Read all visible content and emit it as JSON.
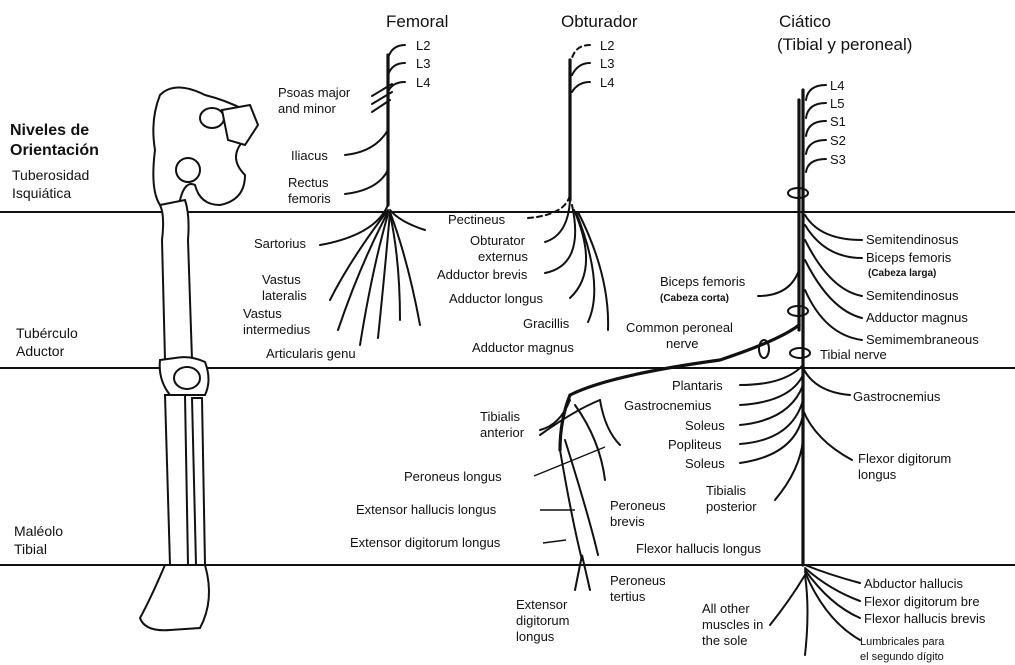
{
  "headers": {
    "femoral": "Femoral",
    "obturador": "Obturador",
    "ciatico_1": "Ciático",
    "ciatico_2": "(Tibial y peroneal)"
  },
  "levels": {
    "title_1": "Niveles de",
    "title_2": "Orientación",
    "tuberosidad_1": "Tuberosidad",
    "tuberosidad_2": "Isquiática",
    "tuberculo_1": "Tubérculo",
    "tuberculo_2": "Aductor",
    "maleolo_1": "Maléolo",
    "maleolo_2": "Tibial"
  },
  "femoral": {
    "roots": [
      "L2",
      "L3",
      "L4"
    ],
    "psoas_1": "Psoas major",
    "psoas_2": "and minor",
    "iliacus": "Iliacus",
    "rectus_1": "Rectus",
    "rectus_2": "femoris",
    "sartorius": "Sartorius",
    "vastus_lat_1": "Vastus",
    "vastus_lat_2": "lateralis",
    "vastus_int_1": "Vastus",
    "vastus_int_2": "intermedius",
    "articularis": "Articularis genu"
  },
  "obturador": {
    "roots": [
      "L2",
      "L3",
      "L4"
    ],
    "pectineus": "Pectineus",
    "obt_ext_1": "Obturator",
    "obt_ext_2": "externus",
    "add_brevis": "Adductor brevis",
    "add_longus": "Adductor longus",
    "gracilis": "Gracillis",
    "add_magnus": "Adductor magnus"
  },
  "ciatico": {
    "roots": [
      "L4",
      "L5",
      "S1",
      "S2",
      "S3"
    ],
    "semitend_1": "Semitendinosus",
    "biceps_larga_1": "Biceps femoris",
    "biceps_larga_2": "(Cabeza larga)",
    "semitend_2": "Semitendinosus",
    "add_magnus": "Adductor magnus",
    "semimemb": "Semimembraneous",
    "biceps_corta_1": "Biceps femoris",
    "biceps_corta_2": "(Cabeza corta)",
    "common_peroneal_1": "Common peroneal",
    "common_peroneal_2": "nerve",
    "tibial_nerve": "Tibial nerve",
    "plantaris": "Plantaris",
    "gastroc_left": "Gastrocnemius",
    "soleus_1": "Soleus",
    "popliteus": "Popliteus",
    "soleus_2": "Soleus",
    "gastroc_right": "Gastrocnemius",
    "fdl_1": "Flexor digitorum",
    "fdl_2": "longus",
    "tib_post_1": "Tibialis",
    "tib_post_2": "posterior",
    "fhl": "Flexor hallucis longus",
    "tib_ant_1": "Tibialis",
    "tib_ant_2": "anterior",
    "per_longus": "Peroneus longus",
    "ext_hal": "Extensor hallucis longus",
    "ext_dig_longus": "Extensor digitorum longus",
    "per_brevis_1": "Peroneus",
    "per_brevis_2": "brevis",
    "per_tertius_1": "Peroneus",
    "per_tertius_2": "tertius",
    "ext_dig_1": "Extensor",
    "ext_dig_2": "digitorum",
    "ext_dig_3": "longus",
    "other_1": "All other",
    "other_2": "muscles in",
    "other_3": "the sole",
    "abd_hal": "Abductor hallucis",
    "fdb": "Flexor digitorum bre",
    "fhb": "Flexor hallucis brevis",
    "lumb_1": "Lumbricales para",
    "lumb_2": "el segundo dígito"
  }
}
